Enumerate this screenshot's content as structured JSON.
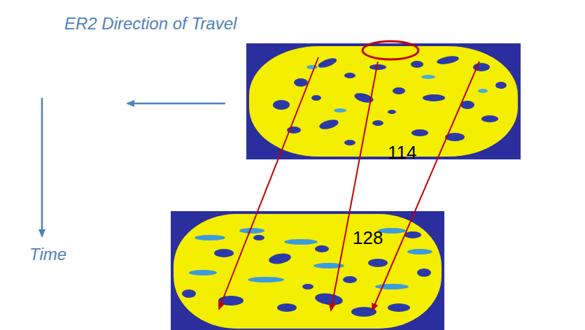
{
  "diagram": {
    "labels": [
      "ER2 Direction of Travel",
      "Time",
      "114",
      "128"
    ]
  }
}
